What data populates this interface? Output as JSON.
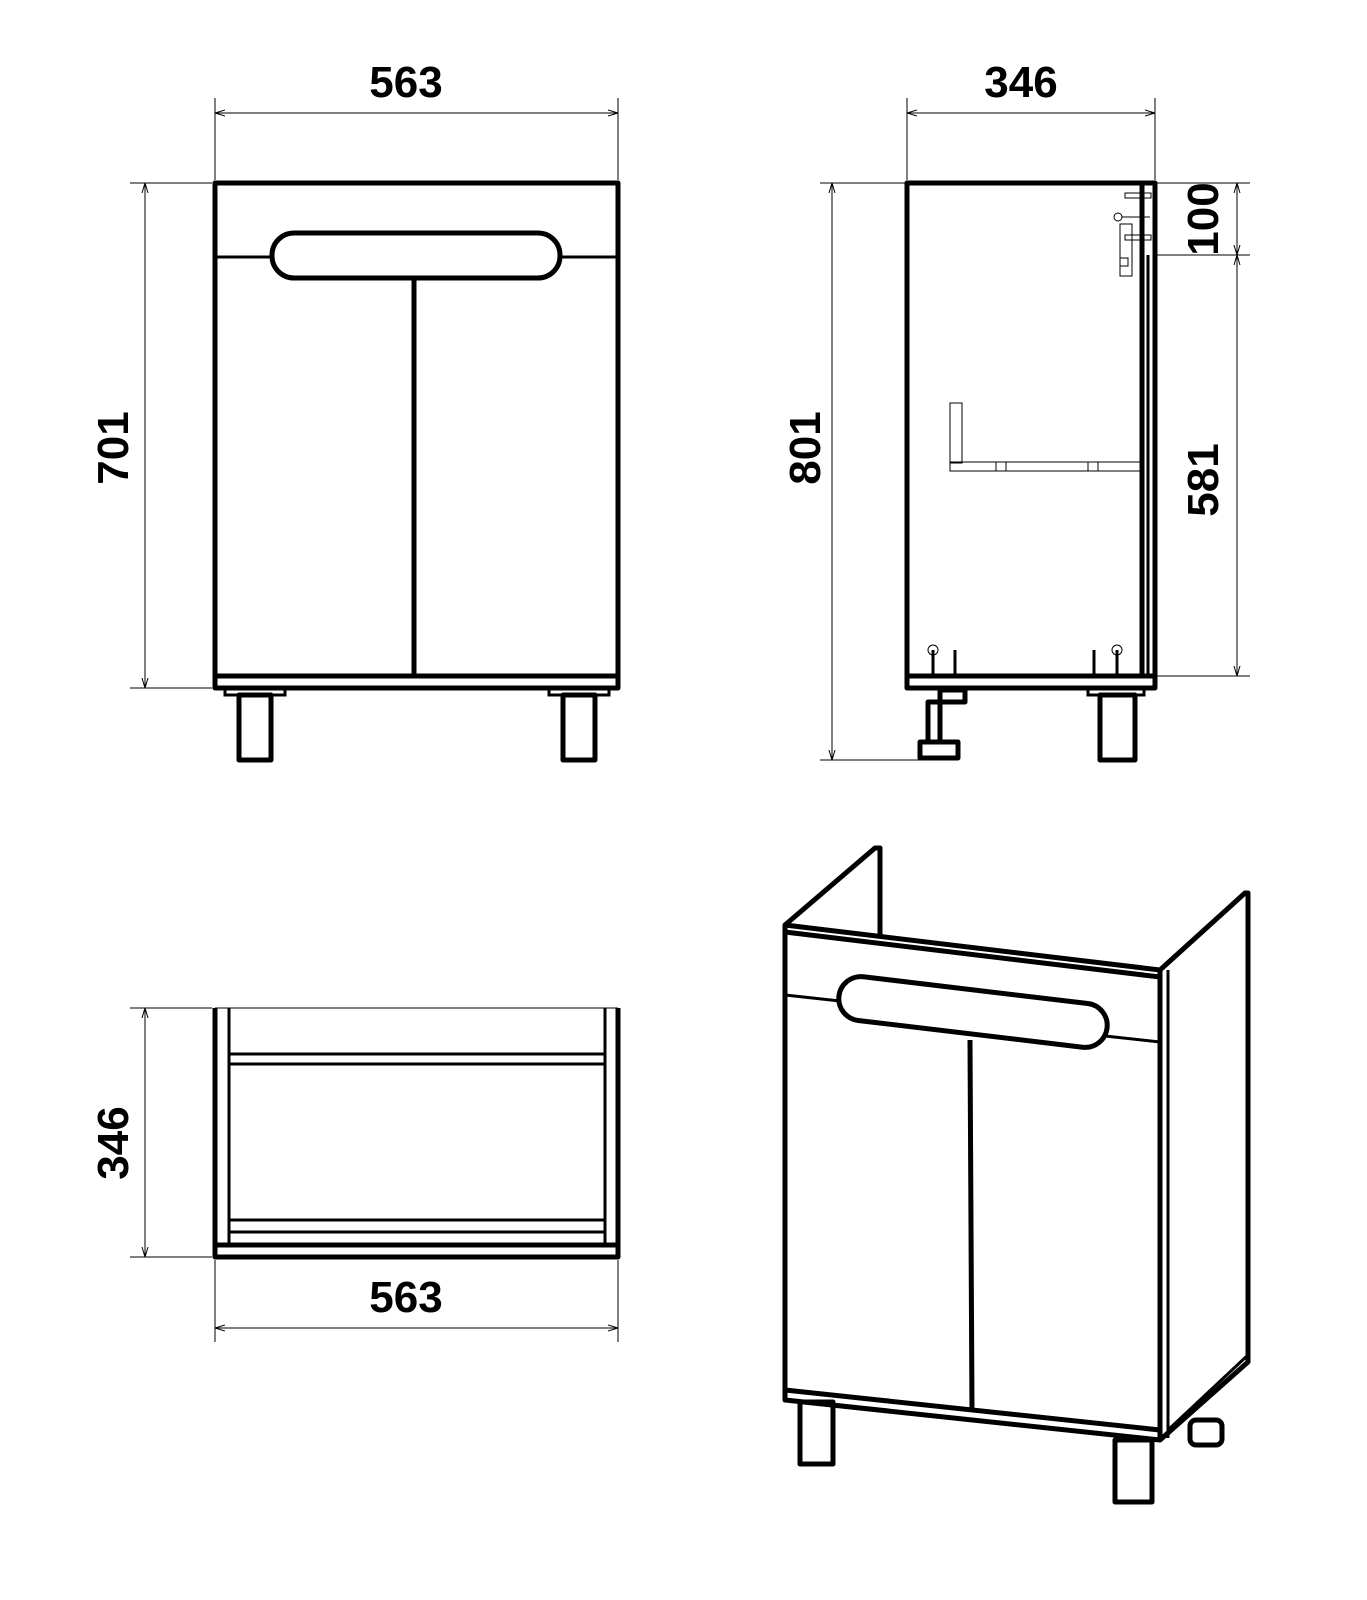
{
  "drawing": {
    "front_view": {
      "width_label": "563",
      "height_label": "701"
    },
    "side_view": {
      "depth_label": "346",
      "total_height_label": "801",
      "top_band_label": "100",
      "body_label": "581"
    },
    "top_view": {
      "depth_label": "346",
      "width_label": "563"
    },
    "colors": {
      "line": "#000000",
      "background": "#ffffff"
    }
  }
}
